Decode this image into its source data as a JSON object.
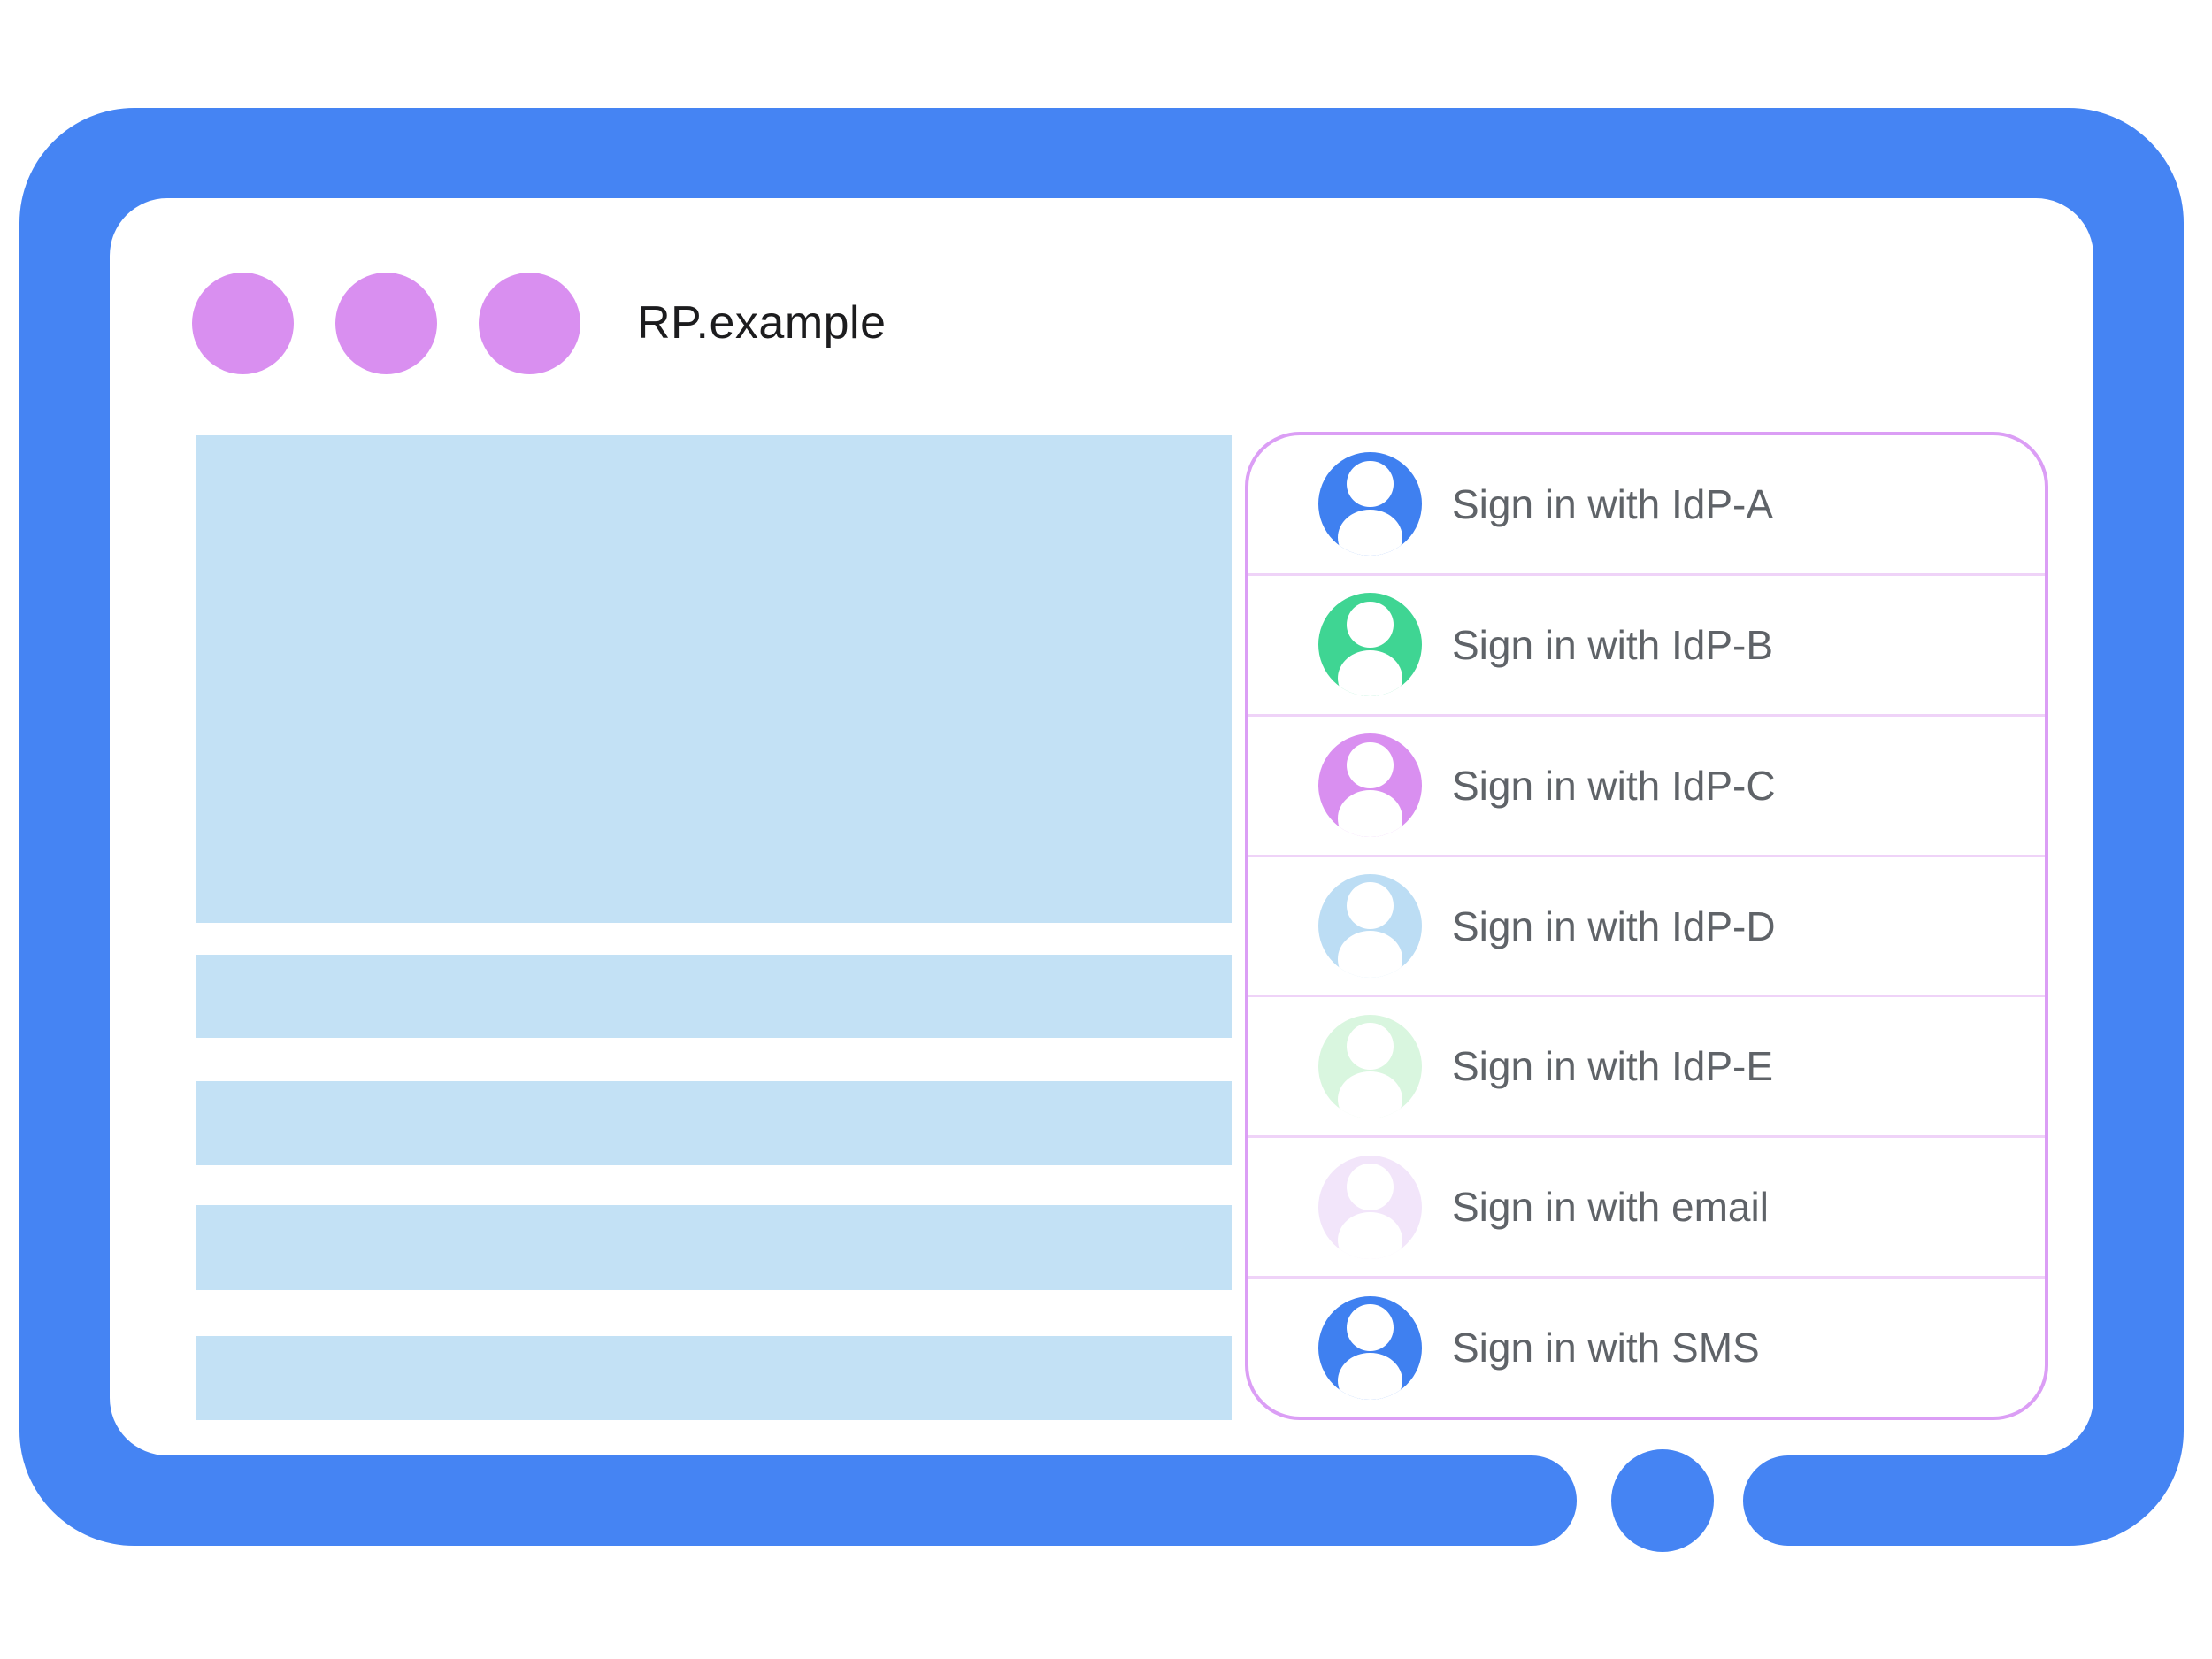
{
  "figure": {
    "site_label": "RP.example"
  },
  "window_controls": {
    "count": 3
  },
  "signin_dialog": {
    "items": [
      {
        "icon": "person-icon",
        "label": "Sign in with IdP-A",
        "avatar_color": "#3F80F0"
      },
      {
        "icon": "person-icon",
        "label": "Sign in with IdP-B",
        "avatar_color": "#3FD593"
      },
      {
        "icon": "person-icon",
        "label": "Sign in with IdP-C",
        "avatar_color": "#D98FF0"
      },
      {
        "icon": "person-icon",
        "label": "Sign in with IdP-D",
        "avatar_color": "#BCDDF4"
      },
      {
        "icon": "person-icon",
        "label": "Sign in with IdP-E",
        "avatar_color": "#D9F6DF"
      },
      {
        "icon": "person-icon",
        "label": "Sign in with email",
        "avatar_color": "#F2E5FA"
      },
      {
        "icon": "person-icon",
        "label": "Sign in with SMS",
        "avatar_color": "#3F80F0"
      }
    ]
  },
  "colors": {
    "frame_blue": "#4584F3",
    "window_control_purple": "#D98FF0",
    "placeholder_blue": "#C3E1F5",
    "dialog_border_purple": "#DB9EF5",
    "divider_pink": "#EFD3F8",
    "label_gray": "#5F6368",
    "title_black": "#1C1C1E"
  }
}
